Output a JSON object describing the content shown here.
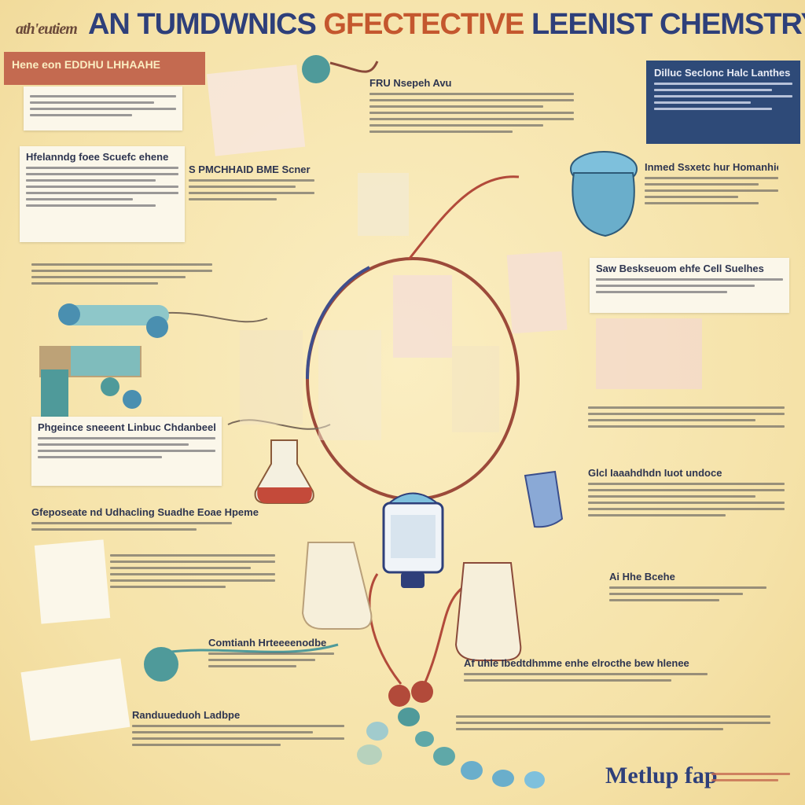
{
  "title": {
    "prefix": "ath'eutiem",
    "part1": "AN TUMDWNICS",
    "part2": "GFECTECTIVE",
    "part3": "LEENIST CHEMSTRY"
  },
  "banner": {
    "label": "Hene eon EDDHU LHHAAHE"
  },
  "navy_box": {
    "heading": "Dilluc Seclonc Halc Lanthes"
  },
  "headings": {
    "center_top": "FRU Nsepeh Avu",
    "left_card_1": "Hfelanndg foee Scuefc ehene",
    "center_left": "S PMCHHAID BME Scner",
    "right_top": "Inmed Ssxetc hur Homanhic Hek",
    "right_card": "Saw Beskseuom ehfe Cell Suelhes",
    "left_card_2": "Phgeince sneeent Linbuc Chdanbeehgb",
    "left_mid": "Gfeposeate nd Udhacling Suadhe Eoae Hpeme",
    "right_mid": "Glcl Iaaahdhdn Iuot undoce",
    "right_low": "Ai Hhe Bcehe",
    "center_low": "Comtianh Hrteeeenodbe",
    "bottom_right": "Af uhle Ibedtdhmme enhe elrocthe bew hlenee",
    "bottom_left": "Randuueduoh Ladbpe"
  },
  "footer": {
    "label": "Metlup fap"
  },
  "colors": {
    "navy": "#2e4a78",
    "rust": "#c46a50",
    "teal": "#4f9a9a",
    "cream": "#fbf7ea"
  }
}
